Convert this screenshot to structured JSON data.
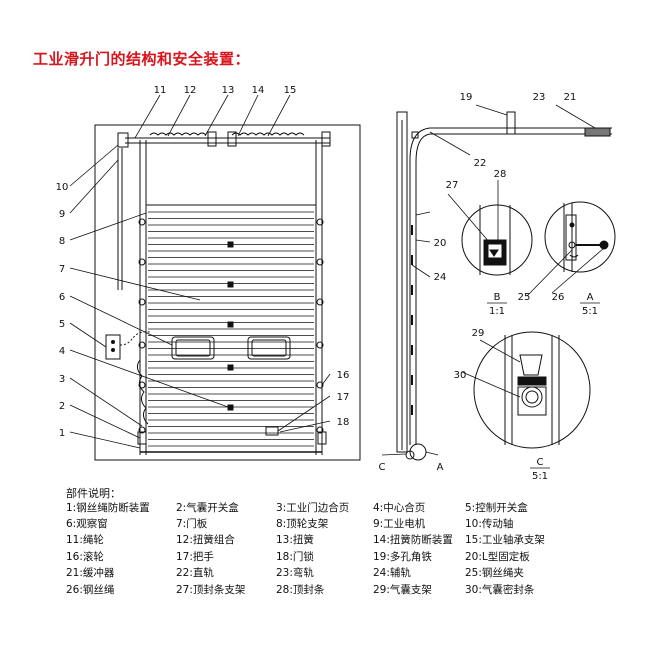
{
  "title": "工业滑升门的结构和安全装置：",
  "callouts": [
    "11",
    "12",
    "13",
    "14",
    "15",
    "10",
    "9",
    "8",
    "7",
    "6",
    "5",
    "4",
    "3",
    "2",
    "1",
    "16",
    "17",
    "18",
    "19",
    "20",
    "21",
    "22",
    "23",
    "24",
    "25",
    "26",
    "27",
    "28",
    "29",
    "30"
  ],
  "section_labels": {
    "b": "B",
    "b_scale": "1:1",
    "a": "A",
    "a_scale": "5:1",
    "c": "C",
    "c_scale": "5:1",
    "mark_c": "C",
    "mark_a": "A"
  },
  "legend_heading": "部件说明：",
  "legend_rows": [
    [
      "1:钢丝绳防断装置",
      "2:气囊开关盒",
      "3:工业门边合页",
      "4:中心合页",
      "5:控制开关盒"
    ],
    [
      "6:观察窗",
      "7:门板",
      "8:顶轮支架",
      "9:工业电机",
      "10:传动轴"
    ],
    [
      "11:绳轮",
      "12:扭簧组合",
      "13:扭簧",
      "14:扭簧防断装置",
      "15:工业轴承支架"
    ],
    [
      "16:滚轮",
      "17:把手",
      "18:门锁",
      "19:多孔角铁",
      "20:L型固定板"
    ],
    [
      "21:缓冲器",
      "22:直轨",
      "23:弯轨",
      "24:辅轨",
      "25:钢丝绳夹"
    ],
    [
      "26:钢丝绳",
      "27:顶封条支架",
      "28:顶封条",
      "29:气囊支架",
      "30:气囊密封条"
    ]
  ]
}
